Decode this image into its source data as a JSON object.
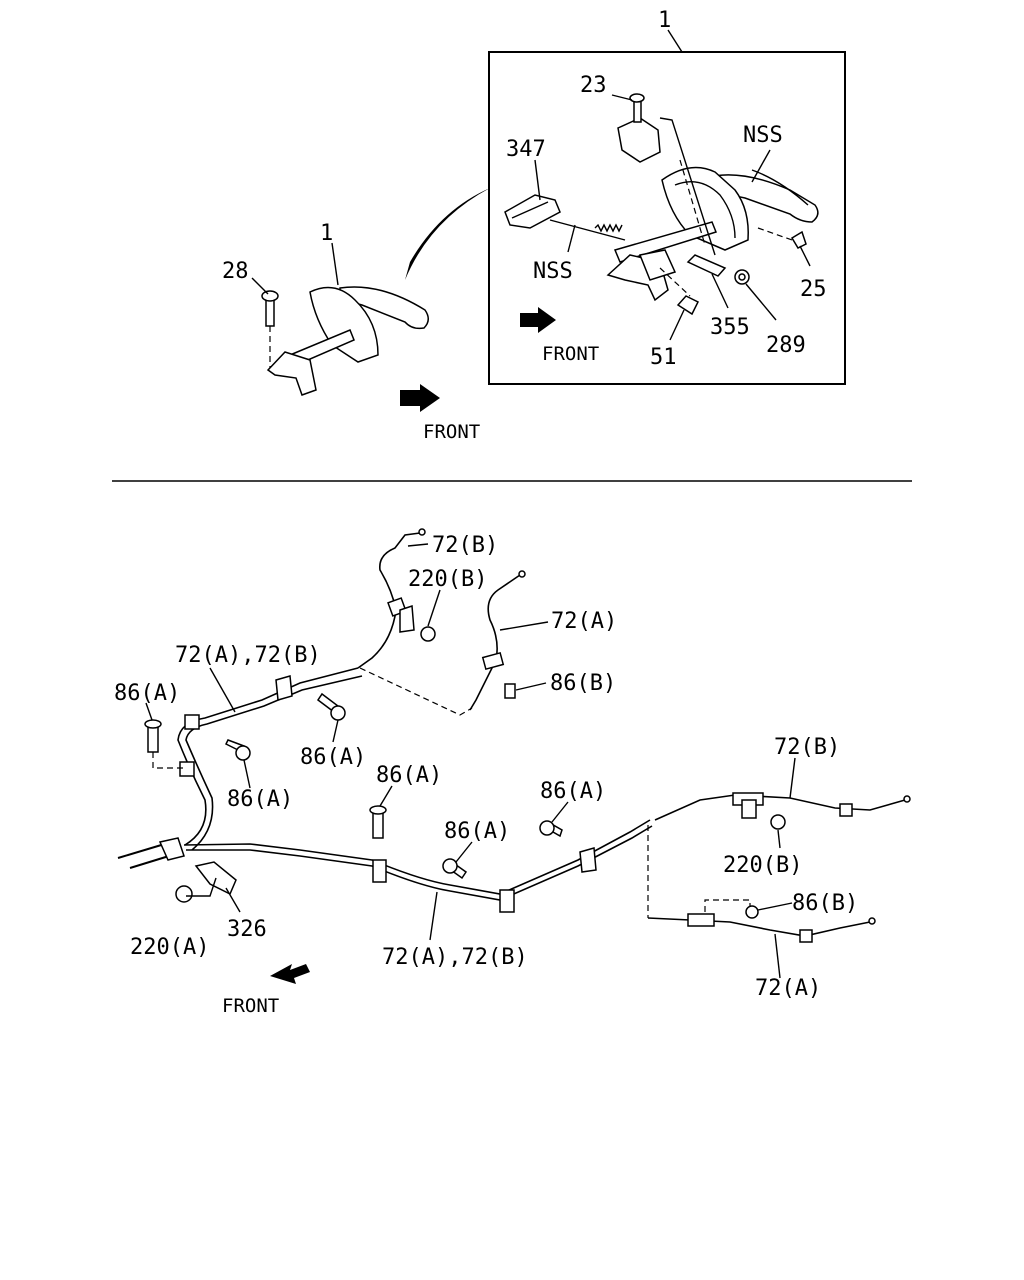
{
  "upper": {
    "callout_top": "1",
    "inset_labels": {
      "l23": "23",
      "l347": "347",
      "lnss1": "NSS",
      "lnss2": "NSS",
      "l25": "25",
      "l355": "355",
      "l289": "289",
      "l51": "51",
      "front": "FRONT"
    },
    "main_labels": {
      "l1": "1",
      "l28": "28",
      "front": "FRONT"
    }
  },
  "lower": {
    "labels": {
      "a": "72(B)",
      "b": "220(B)",
      "c": "72(A)",
      "d": "72(A),72(B)",
      "e": "86(B)",
      "f": "86(A)",
      "g": "86(A)",
      "h": "86(A)",
      "i": "86(A)",
      "j": "86(A)",
      "k": "86(A)",
      "l": "72(B)",
      "m": "220(B)",
      "n": "86(B)",
      "o": "72(A)",
      "p": "72(A),72(B)",
      "q": "220(A)",
      "r": "326",
      "front": "FRONT"
    }
  }
}
